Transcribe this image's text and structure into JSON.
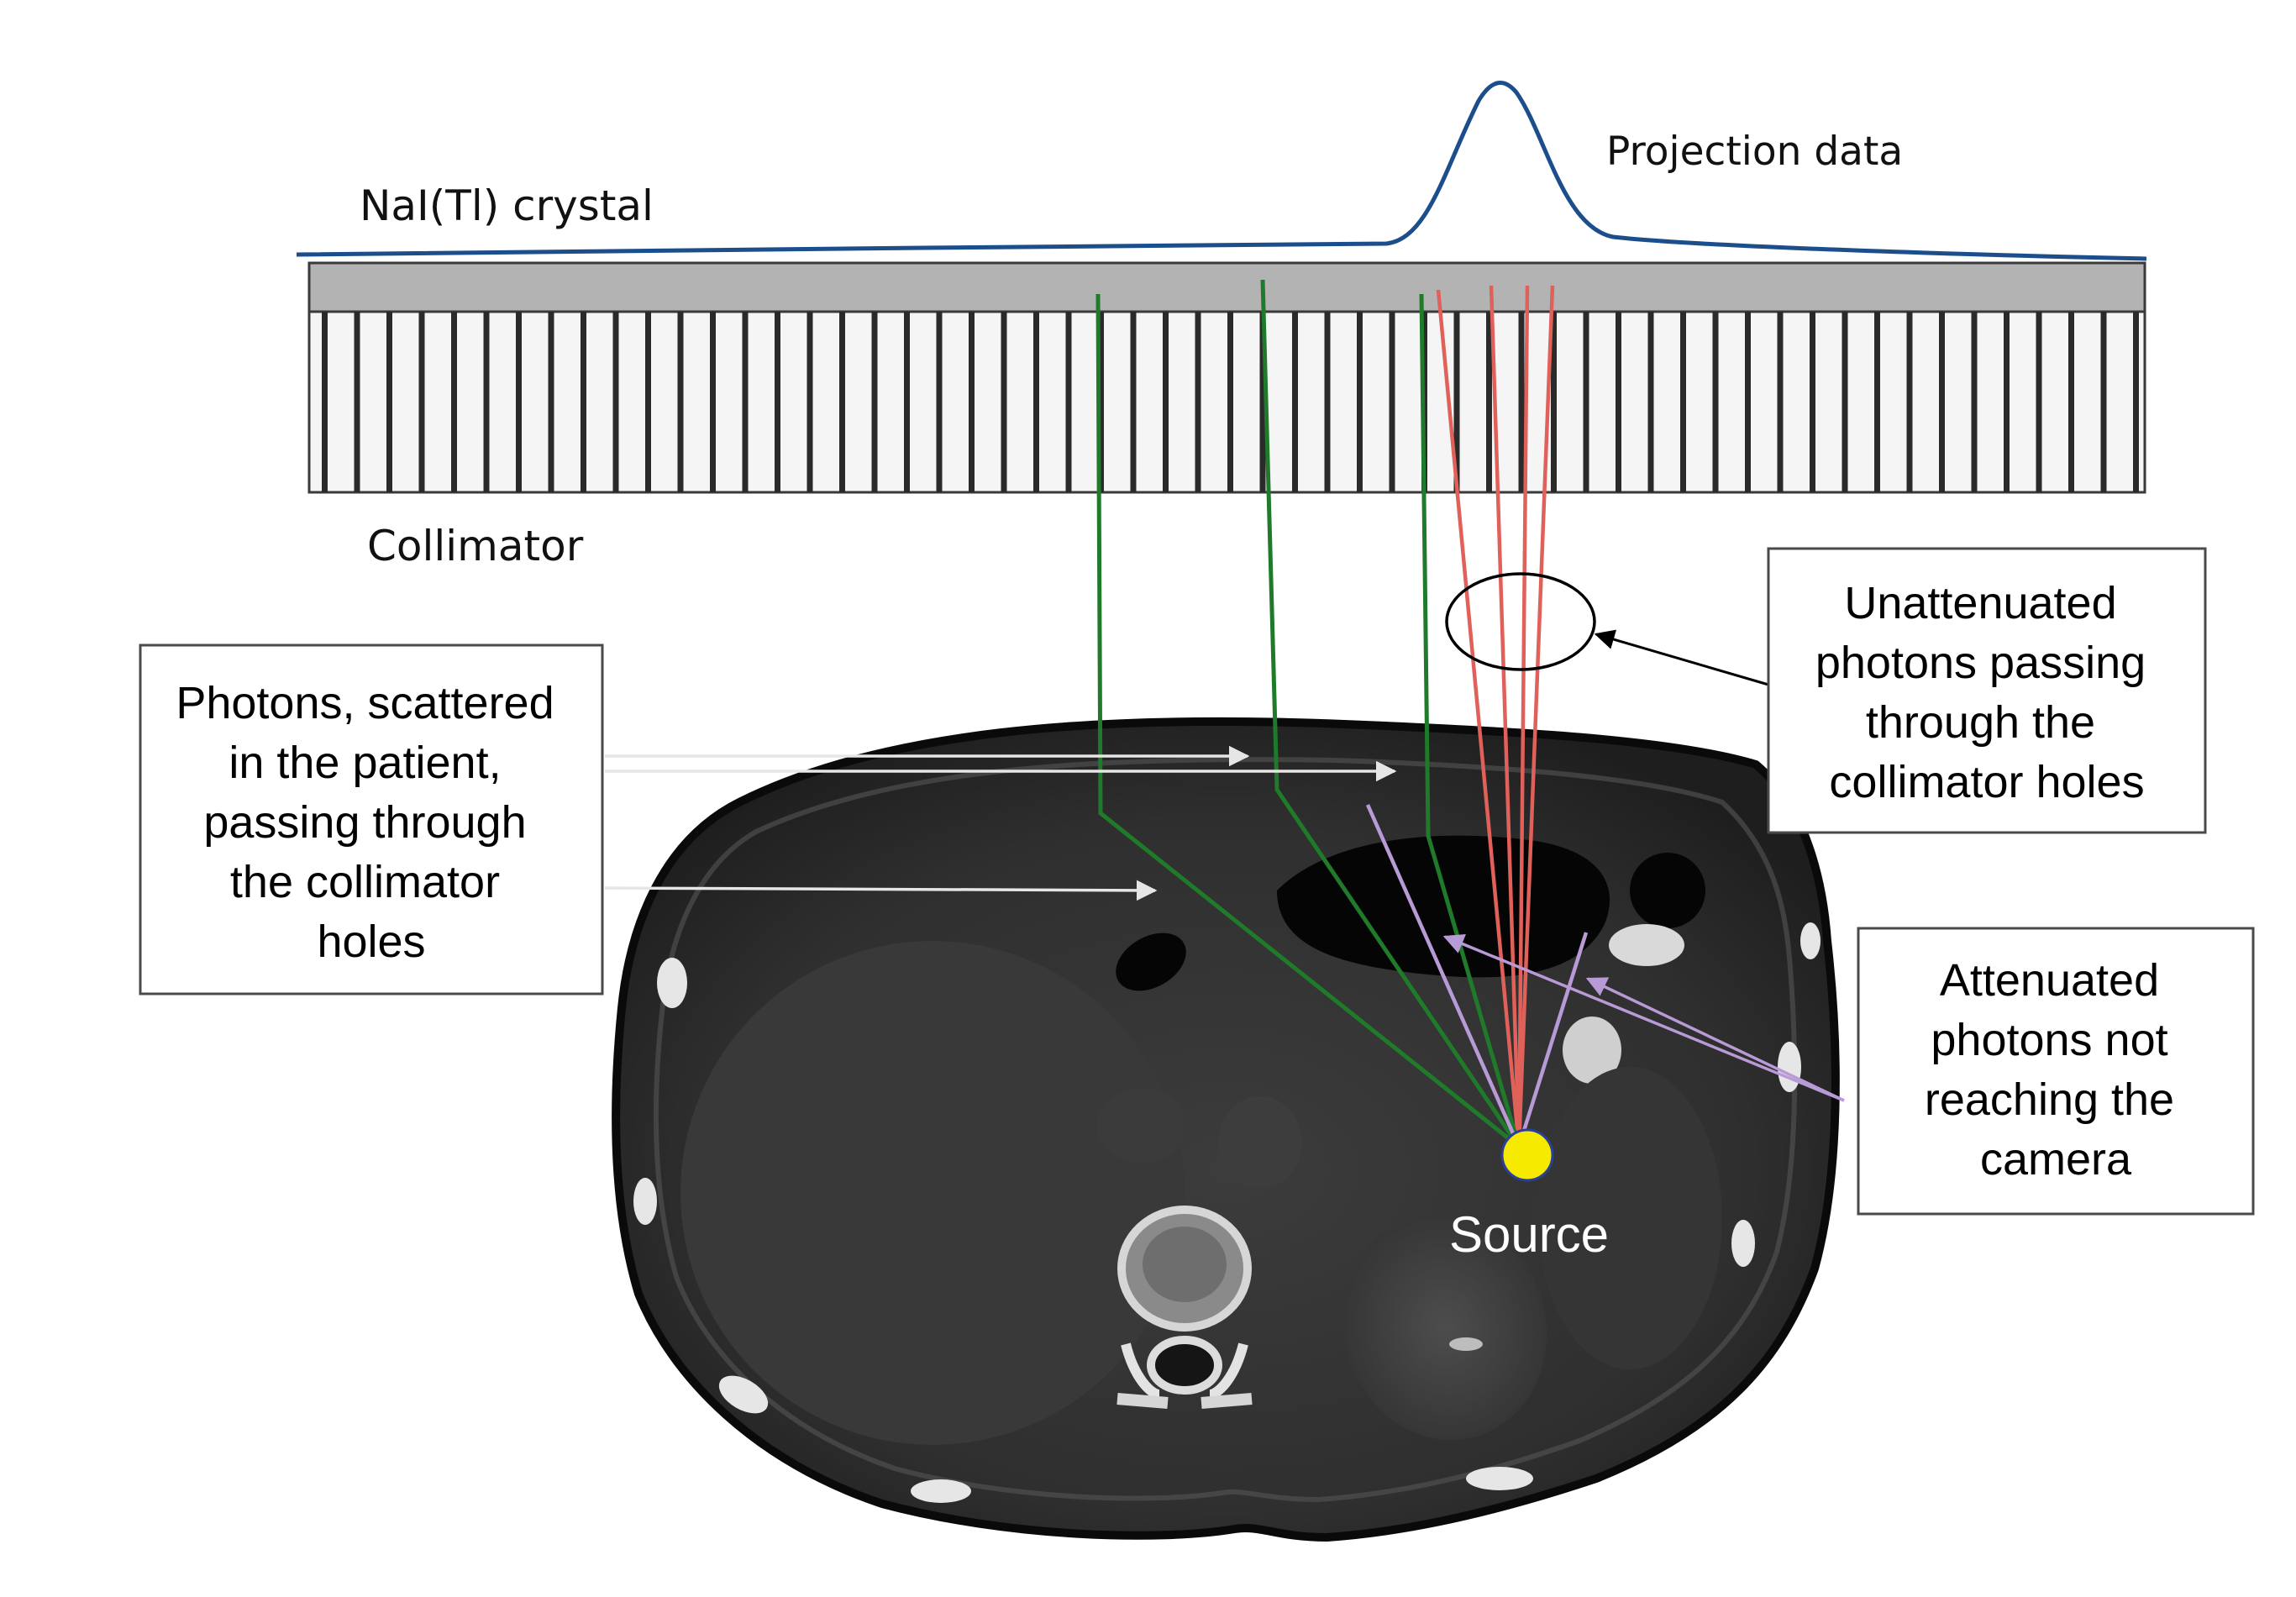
{
  "labels": {
    "crystal": "NaI(Tl) crystal",
    "projection": "Projection data",
    "collimator": "Collimator",
    "source": "Source"
  },
  "callouts": {
    "scattered": [
      "Photons, scattered",
      "in the patient,",
      "passing through",
      "the collimator",
      "holes"
    ],
    "unattenuated": [
      "Unattenuated",
      "photons passing",
      "through the",
      "collimator holes"
    ],
    "attenuated": [
      "Attenuated",
      "photons not",
      "reaching the",
      "camera"
    ]
  },
  "colors": {
    "projection_curve": "#1c4e8c",
    "scattered_path": "#1f7a2a",
    "unattenuated_ray": "#e0605a",
    "attenuated_ray": "#b89ad6",
    "source": "#f5ea00",
    "crystal": "#b3b3b3"
  }
}
